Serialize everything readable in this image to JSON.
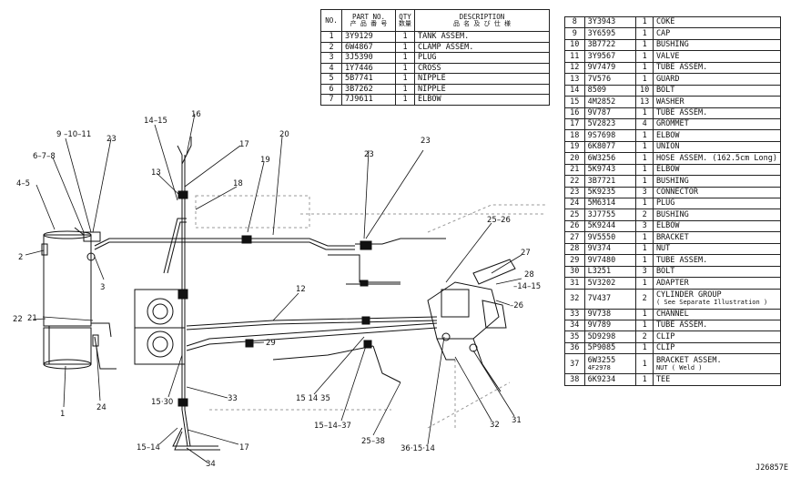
{
  "parts_table_top": {
    "headers": {
      "no": "NO.",
      "part_no": "PART NO.",
      "part_no_sub": "产 品 番 号",
      "qty": "QTY",
      "qty_sub": "数量",
      "desc": "DESCRIPTION",
      "desc_sub": "品 名 及 び 仕 様"
    },
    "rows": [
      {
        "no": "1",
        "part": "3Y9129",
        "qty": "1",
        "desc": "TANK ASSEM."
      },
      {
        "no": "2",
        "part": "6W4867",
        "qty": "1",
        "desc": "CLAMP ASSEM."
      },
      {
        "no": "3",
        "part": "3J5390",
        "qty": "1",
        "desc": "PLUG"
      },
      {
        "no": "4",
        "part": "1Y7446",
        "qty": "1",
        "desc": "CROSS"
      },
      {
        "no": "5",
        "part": "5B7741",
        "qty": "1",
        "desc": "NIPPLE"
      },
      {
        "no": "6",
        "part": "3B7262",
        "qty": "1",
        "desc": "NIPPLE"
      },
      {
        "no": "7",
        "part": "7J9611",
        "qty": "1",
        "desc": "ELBOW"
      }
    ]
  },
  "parts_table_right": {
    "rows": [
      {
        "no": "8",
        "part": "3Y3943",
        "qty": "1",
        "desc": "COKE"
      },
      {
        "no": "9",
        "part": "3Y6595",
        "qty": "1",
        "desc": "CAP"
      },
      {
        "no": "10",
        "part": "3B7722",
        "qty": "1",
        "desc": "BUSHING"
      },
      {
        "no": "11",
        "part": "3Y9567",
        "qty": "1",
        "desc": "VALVE"
      },
      {
        "no": "12",
        "part": "9V7479",
        "qty": "1",
        "desc": "TUBE ASSEM."
      },
      {
        "no": "13",
        "part": "7V576",
        "qty": "1",
        "desc": "GUARD"
      },
      {
        "no": "14",
        "part": "8509",
        "qty": "10",
        "desc": "BOLT"
      },
      {
        "no": "15",
        "part": "4M2852",
        "qty": "13",
        "desc": "WASHER"
      },
      {
        "no": "16",
        "part": "9V787",
        "qty": "1",
        "desc": "TUBE ASSEM."
      },
      {
        "no": "17",
        "part": "5V2823",
        "qty": "4",
        "desc": "GROMMET"
      },
      {
        "no": "18",
        "part": "9S7698",
        "qty": "1",
        "desc": "ELBOW"
      },
      {
        "no": "19",
        "part": "6K8077",
        "qty": "1",
        "desc": "UNION"
      },
      {
        "no": "20",
        "part": "6W3256",
        "qty": "1",
        "desc": "HOSE ASSEM. (162.5cm Long)"
      },
      {
        "no": "21",
        "part": "5K9743",
        "qty": "1",
        "desc": "ELBOW"
      },
      {
        "no": "22",
        "part": "3B7721",
        "qty": "1",
        "desc": "BUSHING"
      },
      {
        "no": "23",
        "part": "5K9235",
        "qty": "3",
        "desc": "CONNECTOR"
      },
      {
        "no": "24",
        "part": "5M6314",
        "qty": "1",
        "desc": "PLUG"
      },
      {
        "no": "25",
        "part": "3J7755",
        "qty": "2",
        "desc": "BUSHING"
      },
      {
        "no": "26",
        "part": "5K9244",
        "qty": "3",
        "desc": "ELBOW"
      },
      {
        "no": "27",
        "part": "9V5550",
        "qty": "1",
        "desc": "BRACKET"
      },
      {
        "no": "28",
        "part": "9V374",
        "qty": "1",
        "desc": "NUT"
      },
      {
        "no": "29",
        "part": "9V7480",
        "qty": "1",
        "desc": "TUBE ASSEM."
      },
      {
        "no": "30",
        "part": "L3251",
        "qty": "3",
        "desc": "BOLT"
      },
      {
        "no": "31",
        "part": "5V3202",
        "qty": "1",
        "desc": "ADAPTER"
      },
      {
        "no": "32",
        "part": "7V437",
        "qty": "2",
        "desc": "CYLINDER GROUP",
        "sub": "( See Separate Illustration )"
      },
      {
        "no": "33",
        "part": "9V738",
        "qty": "1",
        "desc": "CHANNEL"
      },
      {
        "no": "34",
        "part": "9V789",
        "qty": "1",
        "desc": "TUBE ASSEM."
      },
      {
        "no": "35",
        "part": "5D9298",
        "qty": "2",
        "desc": "CLIP"
      },
      {
        "no": "36",
        "part": "5P9085",
        "qty": "1",
        "desc": "CLIP"
      },
      {
        "no": "37",
        "part": "6W3255",
        "qty": "1",
        "desc": "BRACKET ASSEM.",
        "part2": "4F2978",
        "sub": "NUT ( Weld )"
      },
      {
        "no": "38",
        "part": "6K9234",
        "qty": "1",
        "desc": "TEE"
      }
    ]
  },
  "callouts": {
    "c1": "1",
    "c2": "2",
    "c3": "3",
    "c4_5": "4–5",
    "c6_7_8": "6–7–8",
    "c9_10_11": "9 –10–11",
    "c12": "12",
    "c13": "13",
    "c14_15": "14–15",
    "c16": "16",
    "c17a": "17",
    "c18": "18",
    "c19": "19",
    "c20": "20",
    "c21": "21",
    "c22": "22",
    "c23a": "23",
    "c23b": "23",
    "c24": "24",
    "c25_26": "25–26",
    "c26": "–26",
    "c27": "27",
    "c28": "28",
    "c14_15r": "–14–15",
    "c29": "29",
    "c15_30": "15·30",
    "c33": "33",
    "c15_14_35": "15 14 35",
    "c15_14_37": "15–14–37",
    "c25_38": "25–38",
    "c36_15_14": "36·15·14",
    "c32": "32",
    "c31": "31",
    "c15_14b": "15–14",
    "c34": "34",
    "c17b": "17"
  },
  "drawing_code": "J26857E"
}
